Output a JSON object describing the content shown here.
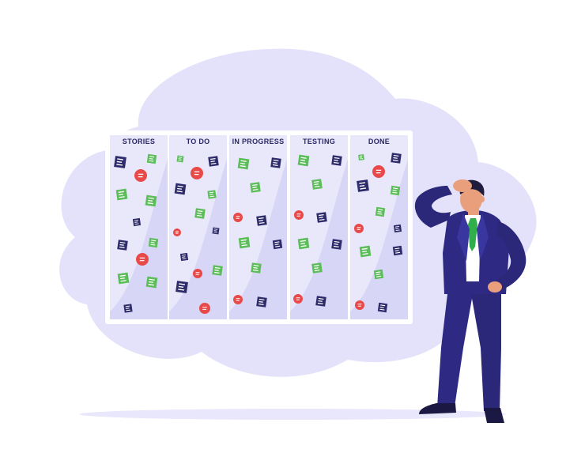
{
  "board": {
    "columns": [
      {
        "title": "STORIES"
      },
      {
        "title": "TO DO"
      },
      {
        "title": "IN PROGRESS"
      },
      {
        "title": "TESTING"
      },
      {
        "title": "DONE"
      }
    ]
  },
  "colors": {
    "background_blob": "#e3e2fa",
    "board_frame": "#ffffff",
    "column_fill": "#e9e8fb",
    "column_shade": "#d8d6f6",
    "note_navy": "#2e2b6b",
    "note_green": "#5cbd5a",
    "badge_red": "#e84a4a",
    "suit": "#2e2a84",
    "skin": "#e99f7b",
    "tie": "#2fae4b",
    "hair": "#1f1d3d",
    "shadow": "#e8e7fb"
  },
  "icons": [
    "task-card-icon",
    "bug-badge-icon"
  ]
}
